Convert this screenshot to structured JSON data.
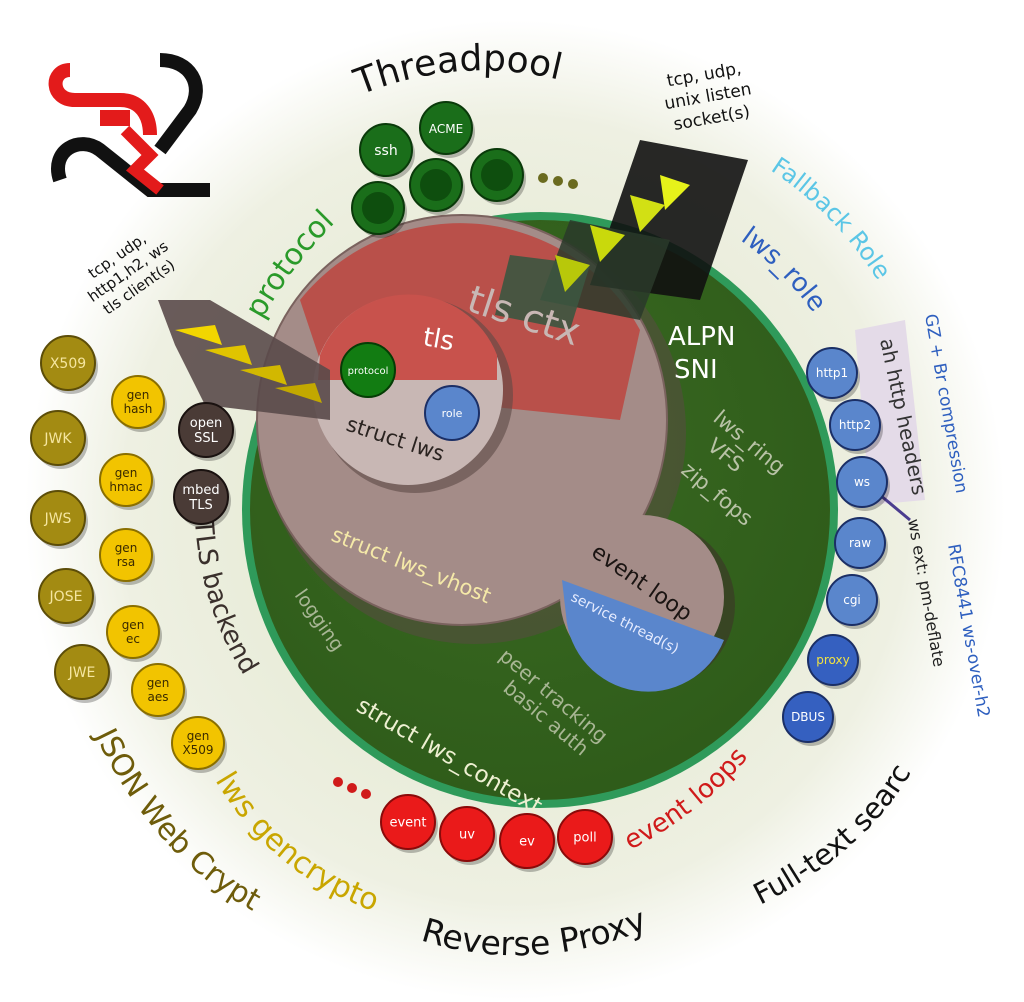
{
  "colors": {
    "background_glow": "#e9ecd9",
    "context_green": "#3f6e24",
    "context_ring": "#2f9a5a",
    "vhost_gray": "#a48c88",
    "tls_red": "#b9504a",
    "protocol_green": "#1f7a1f",
    "role_blue": "#5a86cc",
    "gencrypto_yellow": "#f2c400",
    "jwc_olive": "#a38b12",
    "backend_dark": "#4a3b36",
    "eventloop_red": "#ea1a1a",
    "listen_yellow": "#e6f21a",
    "fallback_cyan": "#5bc6e6",
    "lwsrole_blue": "#2e5fbf"
  },
  "labels": {
    "threadpool": "Threadpool",
    "listen": [
      "tcp, udp,",
      "unix listen",
      "socket(s)"
    ],
    "clients": [
      "tcp, udp,",
      "http1,h2, ws",
      "tls client(s)"
    ],
    "fallback_role": "Fallback Role",
    "lws_role": "lws_role",
    "gz_br": "GZ + Br compression",
    "ah_http_headers": "ah http headers",
    "ws_ext": "ws ext: pm-deflate",
    "rfc8441": "RFC8441 ws-over-h2",
    "full_text_search": "Full-text search",
    "reverse_proxy": "Reverse Proxy",
    "event_loops": "event loops",
    "lws_gencrypto": "lws gencrypto",
    "json_web_crypto": "JSON Web Crypto",
    "tls_backend": "TLS backend",
    "protocol": "protocol",
    "tls_ctx": "tls ctx",
    "tls": "tls",
    "struct_lws": "struct lws",
    "struct_lws_vhost": "struct lws_vhost",
    "struct_lws_context": "struct lws_context",
    "alpn": "ALPN",
    "sni": "SNI",
    "lws_ring": "lws_ring",
    "vfs": "VFS",
    "zip_fops": "zip_fops",
    "event_loop": "event loop",
    "service_threads": "service thread(s)",
    "logging": "logging",
    "peer_tracking": "peer tracking",
    "basic_auth": "basic auth",
    "inner_protocol": "protocol",
    "inner_role": "role"
  },
  "threadpool_circles": [
    "ssh",
    "ACME"
  ],
  "roles": [
    "http1",
    "http2",
    "ws",
    "raw",
    "cgi",
    "proxy",
    "DBUS"
  ],
  "event_loops": [
    "event",
    "uv",
    "ev",
    "poll"
  ],
  "jwc": [
    "X509",
    "JWK",
    "JWS",
    "JOSE",
    "JWE"
  ],
  "gencrypto": [
    [
      "gen",
      "hash"
    ],
    [
      "gen",
      "hmac"
    ],
    [
      "gen",
      "rsa"
    ],
    [
      "gen",
      "ec"
    ],
    [
      "gen",
      "aes"
    ],
    [
      "gen",
      "X509"
    ]
  ],
  "backends": [
    [
      "open",
      "SSL"
    ],
    [
      "mbed",
      "TLS"
    ]
  ]
}
